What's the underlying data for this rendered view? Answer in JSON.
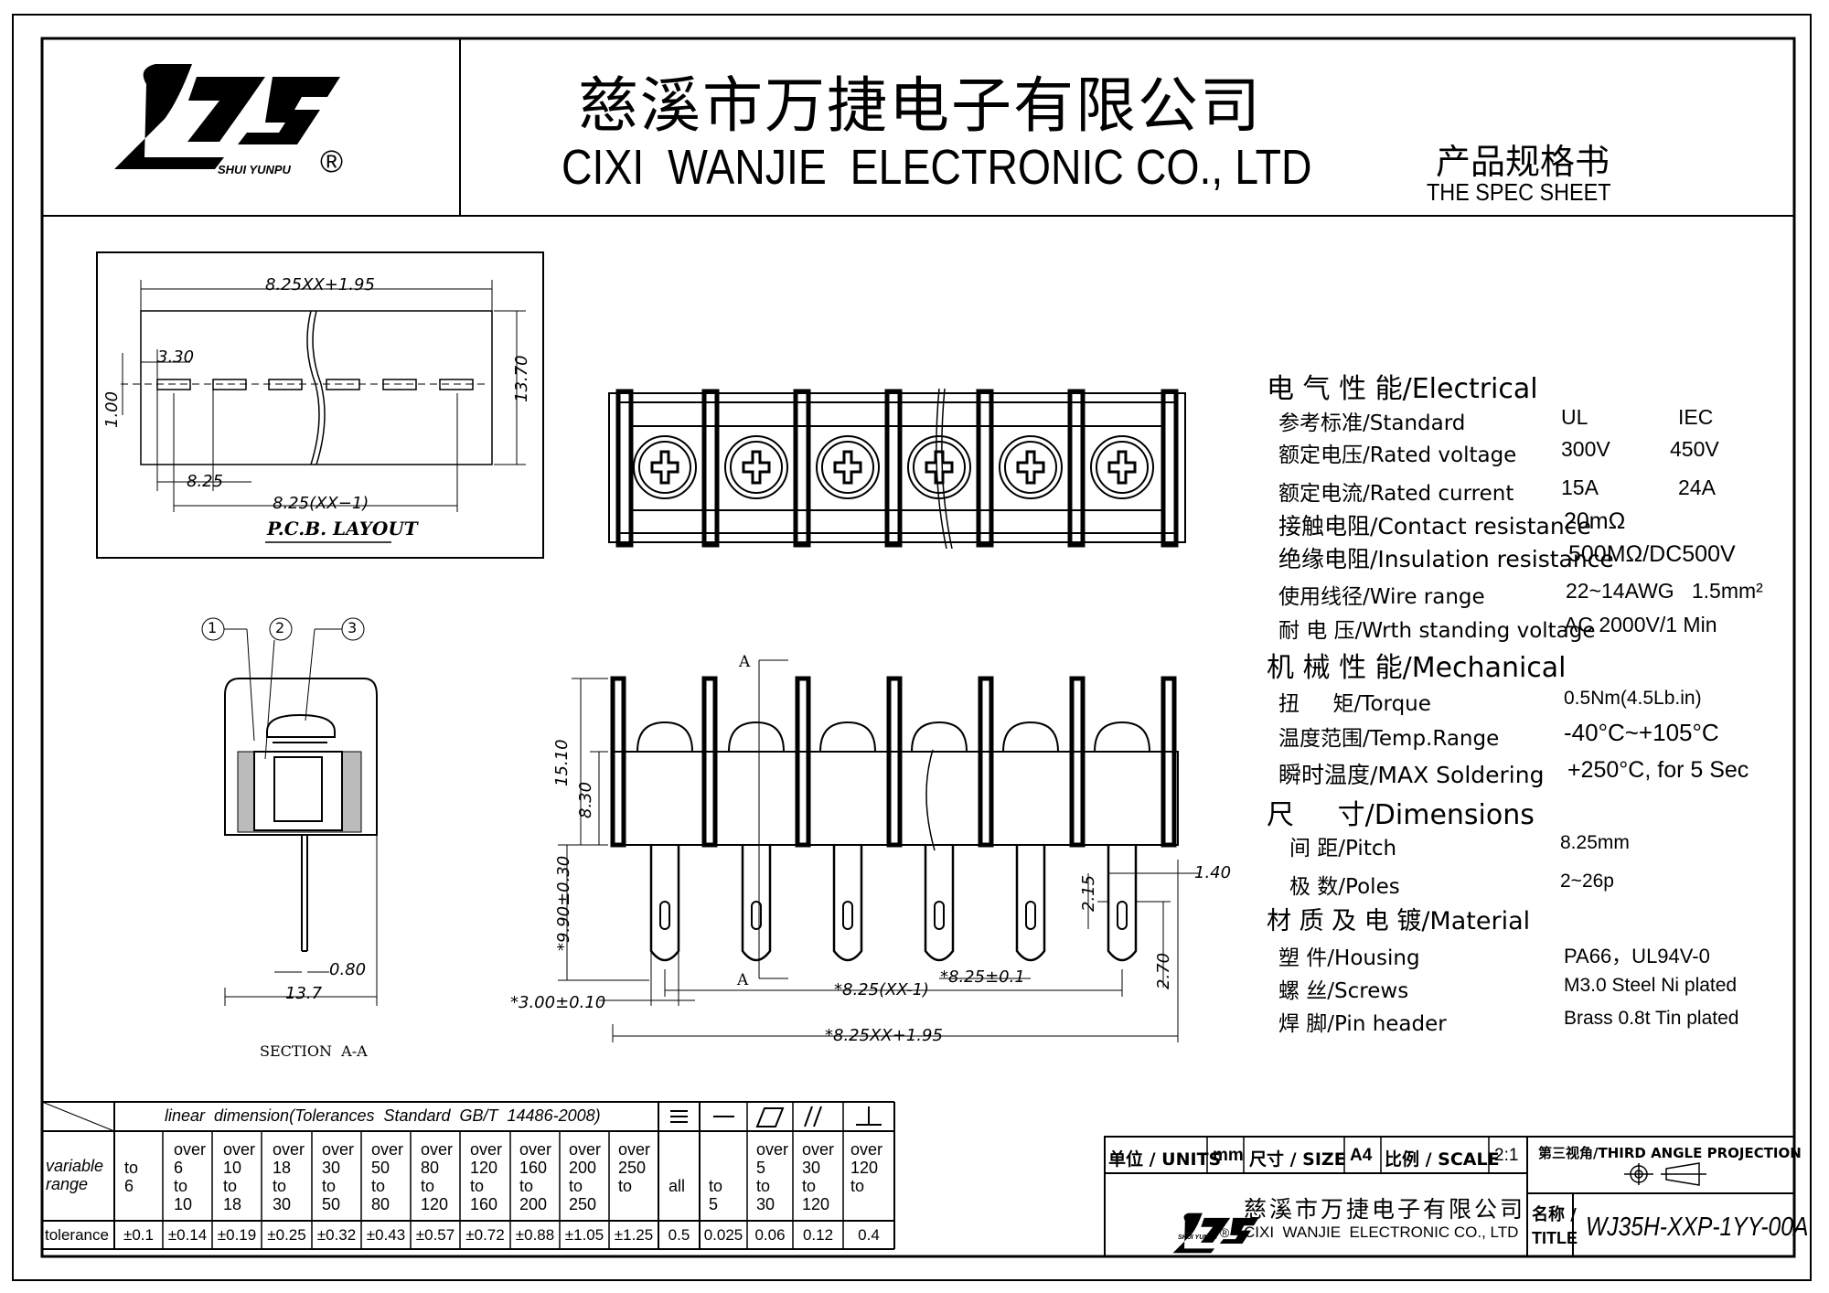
{
  "header": {
    "logo_text": "SHUI YUNPU",
    "registered": "®",
    "company_cn": "慈溪市万捷电子有限公司",
    "company_en": "CIXI  WANJIE  ELECTRONIC CO., LTD",
    "doc_cn": "产品规格书",
    "doc_en": "THE SPEC SHEET"
  },
  "pcb_layout": {
    "dim_total": "8.25XX+1.95",
    "dim_330": "3.30",
    "dim_100": "1.00",
    "dim_825": "8.25",
    "dim_pitch_total": "8.25(XX−1)",
    "dim_1370": "13.70",
    "label": "P.C.B. LAYOUT"
  },
  "section": {
    "callout_1": "①",
    "callout_2": "②",
    "callout_3": "③",
    "dim_080": "0.80",
    "dim_137": "13.7",
    "label": "SECTION  A-A"
  },
  "front_view": {
    "section_mark": "A",
    "dim_1510": "15.10",
    "dim_830": "8.30",
    "dim_990": "*9.90±0.30",
    "dim_215": "2.15",
    "dim_140": "1.40",
    "dim_270": "2.70",
    "dim_300": "*3.00±0.10",
    "dim_pitch_total": "*8.25(XX-1)",
    "dim_pitch": "*8.25±0.1",
    "dim_total": "*8.25XX+1.95"
  },
  "specs": {
    "electrical_head": "电 气 性 能/Electrical",
    "standard_label": "参考标准/Standard",
    "standard_ul": "UL",
    "standard_iec": "IEC",
    "voltage_label": "额定电压/Rated voltage",
    "voltage_ul": "300V",
    "voltage_iec": "450V",
    "current_label": "额定电流/Rated current",
    "current_ul": "15A",
    "current_iec": "24A",
    "contact_label": "接触电阻/Contact resistance",
    "contact_value": "20mΩ",
    "insulation_label": "绝缘电阻/Insulation resistance",
    "insulation_value": "500MΩ/DC500V",
    "wire_label": "使用线径/Wire range",
    "wire_value": "22~14AWG   1.5mm²",
    "withstand_label": "耐 电 压/Wrth standing voltage",
    "withstand_value": "AC 2000V/1 Min",
    "mechanical_head": "机 械 性 能/Mechanical",
    "torque_label": "扭     矩/Torque",
    "torque_value": "0.5Nm(4.5Lb.in)",
    "temp_label": "温度范围/Temp.Range",
    "temp_value": "-40°C~+105°C",
    "solder_label": "瞬时温度/MAX Soldering",
    "solder_value": "+250°C, for 5 Sec",
    "dimensions_head": "尺     寸/Dimensions",
    "pitch_label": "间 距/Pitch",
    "pitch_value": "8.25mm",
    "poles_label": "极 数/Poles",
    "poles_value": "2~26p",
    "material_head": "材 质 及 电 镀/Material",
    "housing_label": "塑 件/Housing",
    "housing_value": "PA66，UL94V-0",
    "screws_label": "螺 丝/Screws",
    "screws_value": "M3.0 Steel Ni plated",
    "pin_label": "焊 脚/Pin header",
    "pin_value": "Brass 0.8t Tin plated"
  },
  "tolerance_table": {
    "title": "linear  dimension(Tolerances  Standard  GB/T  14486-2008)",
    "row_label_range": "variable\nrange",
    "row_label_tol": "tolerance",
    "ranges": [
      "\nto\n6",
      "over\n6\nto\n10",
      "over\n10\nto\n18",
      "over\n18\nto\n30",
      "over\n30\nto\n50",
      "over\n50\nto\n80",
      "over\n80\nto\n120",
      "over\n120\nto\n160",
      "over\n160\nto\n200",
      "over\n200\nto\n250",
      "over\n250\nto"
    ],
    "values": [
      "±0.1",
      "±0.14",
      "±0.19",
      "±0.25",
      "±0.32",
      "±0.43",
      "±0.57",
      "±0.72",
      "±0.88",
      "±1.05",
      "±1.25"
    ],
    "geo_ranges": [
      "\n\nall",
      "\n\nto\n5",
      "over\n5\nto\n30",
      "over\n30\nto\n120",
      "over\n120\nto"
    ],
    "geo_values": [
      "0.5",
      "0.025",
      "0.06",
      "0.12",
      "0.4"
    ]
  },
  "title_block": {
    "units_label": "单位 / UNITS",
    "units_value": "mm",
    "size_label": "尺寸 / SIZE",
    "size_value": "A4",
    "scale_label": "比例 / SCALE",
    "scale_value": "2:1",
    "projection": "第三视角/THIRD ANGLE PROJECTION",
    "company_cn": "慈溪市万捷电子有限公司",
    "company_en": "CIXI  WANJIE  ELECTRONIC CO., LTD",
    "logo_text": "SHUI YUNPU",
    "name_label_cn": "名称 /",
    "name_label_en": "TITLE",
    "part_number": "WJ35H-XXP-1YY-00A"
  }
}
